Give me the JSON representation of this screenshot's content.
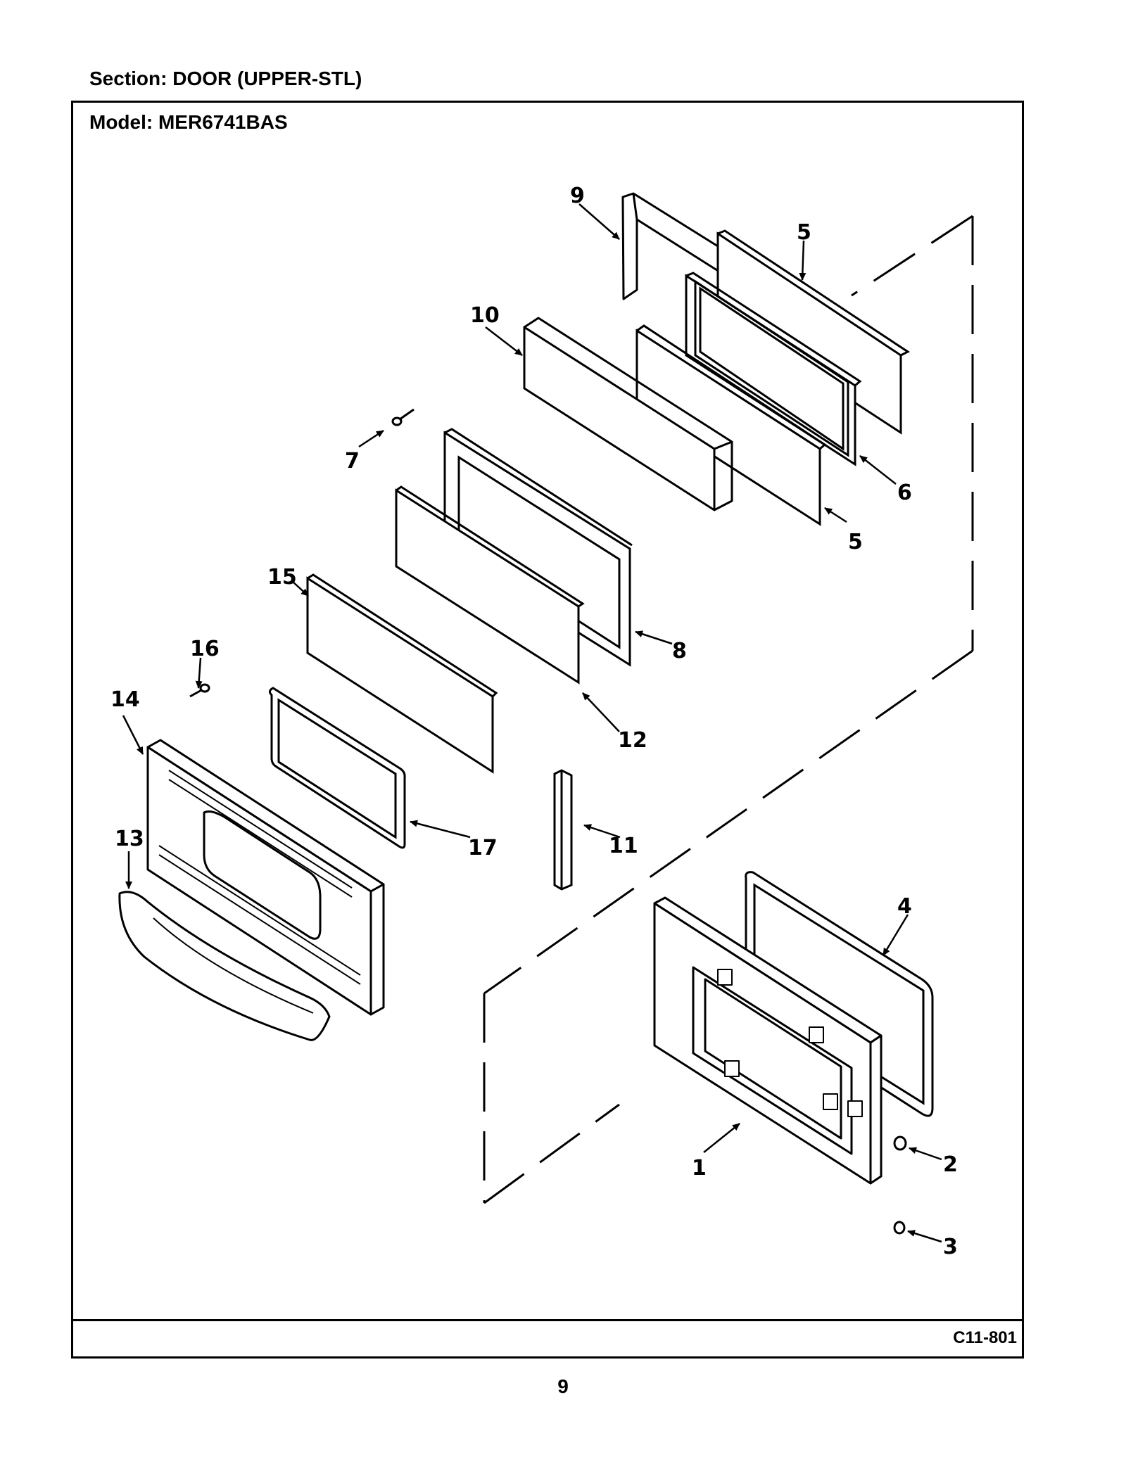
{
  "header": {
    "section": "Section:  DOOR (UPPER-STL)"
  },
  "panel": {
    "model": "Model:  MER6741BAS"
  },
  "footer": {
    "diagram_code": "C11-801",
    "page_number": "9"
  },
  "callouts": {
    "p1": "1",
    "p2": "2",
    "p3": "3",
    "p4": "4",
    "p5a": "5",
    "p5b": "5",
    "p6": "6",
    "p7": "7",
    "p8": "8",
    "p9": "9",
    "p10": "10",
    "p11": "11",
    "p12": "12",
    "p13": "13",
    "p14": "14",
    "p15": "15",
    "p16": "16",
    "p17": "17"
  }
}
